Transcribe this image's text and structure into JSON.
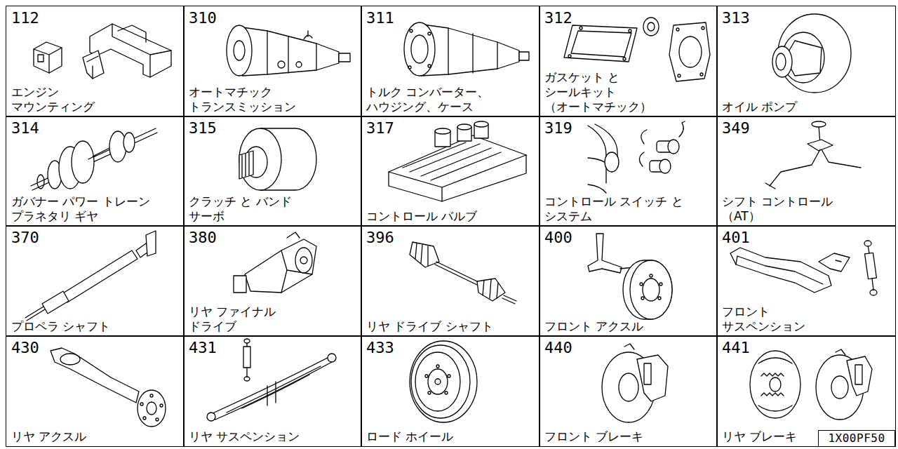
{
  "diagram": {
    "nodes": [
      {
        "text": [
          "112",
          "エンジン マウンティング"
        ]
      },
      {
        "text": [
          "310",
          "オートマチック トランスミッション"
        ]
      },
      {
        "text": [
          "311",
          "トルク コンバーター、 ハウジング、ケース"
        ]
      },
      {
        "text": [
          "312",
          "ガスケット と シールキット （オートマチック）"
        ]
      },
      {
        "text": [
          "313",
          "オイル ポンプ"
        ]
      },
      {
        "text": [
          "314",
          "ガバナー パワー トレーン プラネタリ ギヤ"
        ]
      },
      {
        "text": [
          "315",
          "クラッチ と バンド サーボ"
        ]
      },
      {
        "text": [
          "317",
          "コントロール バルブ"
        ]
      },
      {
        "text": [
          "319",
          "コントロール スイッチ と システム"
        ]
      },
      {
        "text": [
          "349",
          "シフト コントロール （AT）"
        ]
      },
      {
        "text": [
          "370",
          "プロペラ シャフト"
        ]
      },
      {
        "text": [
          "380",
          "リヤ ファイナル ドライブ"
        ]
      },
      {
        "text": [
          "396",
          "リヤ ドライブ シャフト"
        ]
      },
      {
        "text": [
          "400",
          "フロント アクスル"
        ]
      },
      {
        "text": [
          "401",
          "フロント サスペンション"
        ]
      },
      {
        "text": [
          "430",
          "リヤ アクスル"
        ]
      },
      {
        "text": [
          "431",
          "リヤ サスペンション"
        ]
      },
      {
        "text": [
          "433",
          "ロード ホイール"
        ]
      },
      {
        "text": [
          "440",
          "フロント ブレーキ"
        ]
      },
      {
        "text": [
          "441",
          "リヤ ブレーキ"
        ]
      },
      {
        "text": [
          "1X00PF50"
        ]
      }
    ]
  }
}
